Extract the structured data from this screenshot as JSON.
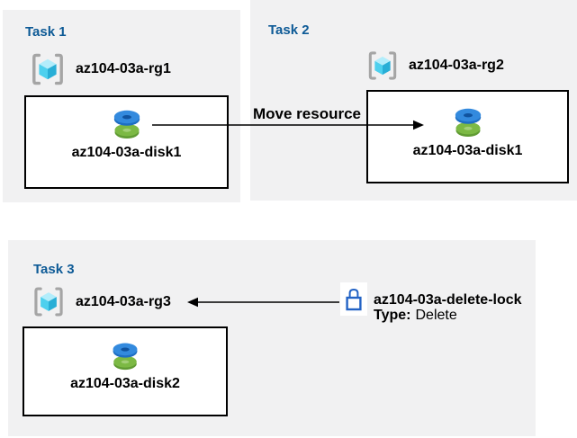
{
  "tasks": [
    {
      "label": "Task 1",
      "resource_group": "az104-03a-rg1",
      "resource": "az104-03a-disk1"
    },
    {
      "label": "Task 2",
      "resource_group": "az104-03a-rg2",
      "resource": "az104-03a-disk1"
    },
    {
      "label": "Task 3",
      "resource_group": "az104-03a-rg3",
      "resource": "az104-03a-disk2"
    }
  ],
  "move_arrow": {
    "label": "Move resource"
  },
  "delete_lock": {
    "name": "az104-03a-delete-lock",
    "type_label": "Type:",
    "type_value": "Delete"
  },
  "icons": {
    "resource_group": "resource-group-icon",
    "disk": "disk-icon",
    "lock": "lock-icon"
  },
  "colors": {
    "task_title": "#0d5a96",
    "group_background": "#f1f1f2",
    "resource_box_border": "#000000",
    "arrow": "#000000",
    "lock_outline": "#2363c5",
    "disk_blue": "#338ade",
    "disk_blue_dark": "#10539f",
    "disk_green": "#7cb944",
    "disk_green_dark": "#609b33",
    "cube_light": "#b3edfb",
    "cube_mid": "#4dd0ee",
    "cube_dark": "#28aed6",
    "bracket_gray": "#a5a5a5"
  }
}
